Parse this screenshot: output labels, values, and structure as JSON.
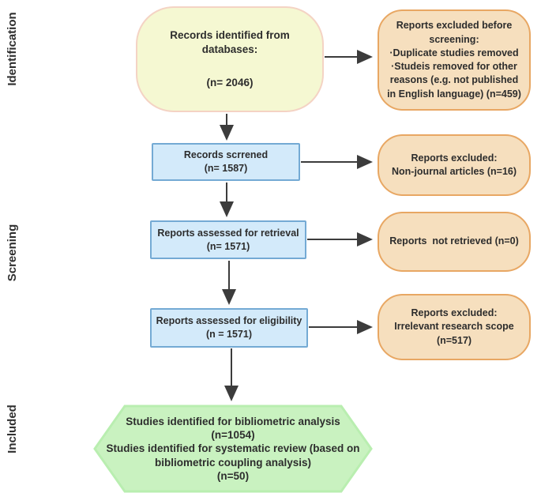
{
  "diagram": {
    "type": "prisma-flow-diagram",
    "stages": [
      "Identification",
      "Screening",
      "Included"
    ],
    "boxes": {
      "identification": {
        "lines": [
          "Records identified from databases:",
          "(n= 2046)"
        ]
      },
      "excluded_before_screening": {
        "lines": [
          "Reports excluded before screening:",
          "·Duplicate studies removed",
          "·Studeis removed for other reasons (e.g. not published in English language) (n=459)"
        ]
      },
      "records_screened": {
        "lines": [
          "Records scrrened",
          "(n= 1587)"
        ]
      },
      "excluded_nonjournal": {
        "lines": [
          "Reports excluded:",
          "Non-journal articles (n=16)"
        ]
      },
      "assessed_retrieval": {
        "lines": [
          "Reports assessed for retrieval",
          "(n= 1571)"
        ]
      },
      "not_retrieved": {
        "lines": [
          "Reports  not retrieved (n=0)"
        ]
      },
      "assessed_eligibility": {
        "lines": [
          "Reports assessed for eligibility",
          "(n = 1571)"
        ]
      },
      "excluded_irrelevant": {
        "lines": [
          "Reports excluded:",
          "Irrelevant research scope",
          "(n=517)"
        ]
      },
      "included_hexagon": {
        "lines": [
          "Studies identified for bibliometric analysis",
          "(n=1054)",
          "Studies identified for systematic review (based on bibliometric coupling analysis)",
          "(n=50)"
        ]
      }
    }
  },
  "colors": {
    "identification_fill": "#f5f8d2",
    "identification_border": "#f4d3c4",
    "screening_fill": "#d3eafa",
    "screening_border": "#74aad4",
    "excluded_fill": "#f6dfbe",
    "excluded_border": "#e8a763",
    "included_fill": "#c9f2c0",
    "included_border": "#b9eeb0",
    "arrow": "#3c3c3c",
    "text": "#2d2d2d"
  }
}
